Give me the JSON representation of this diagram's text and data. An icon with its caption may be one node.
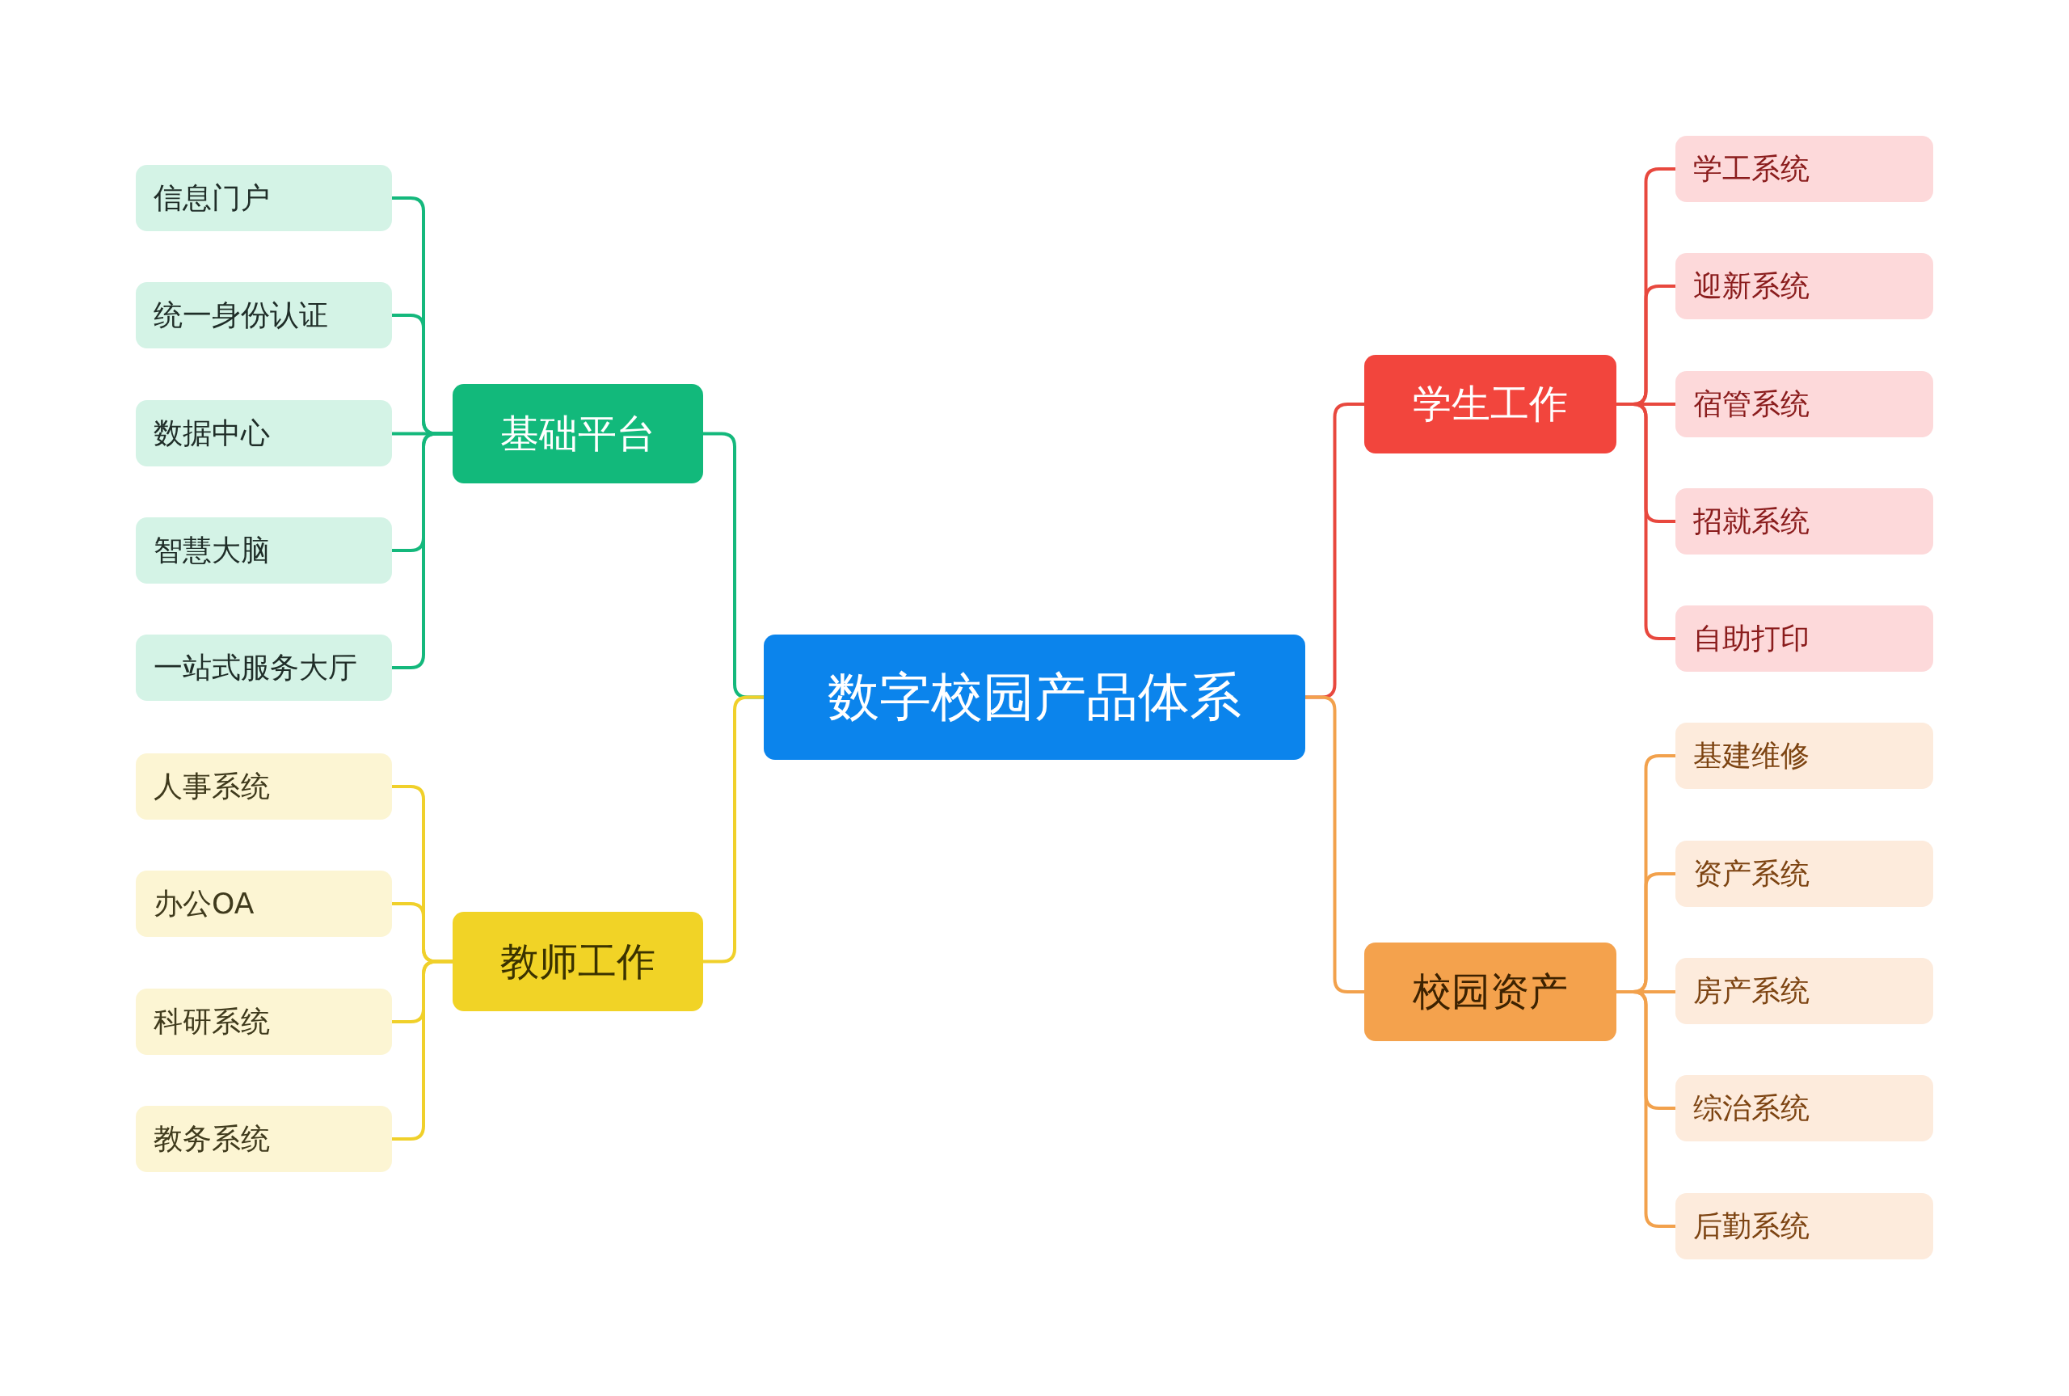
{
  "diagram": {
    "nodes": [
      {
        "text": [
          "数字校园产品体系"
        ]
      },
      {
        "text": [
          "基础平台"
        ]
      },
      {
        "text": [
          "信息门户"
        ]
      },
      {
        "text": [
          "统一身份认证"
        ]
      },
      {
        "text": [
          "数据中心"
        ]
      },
      {
        "text": [
          "智慧大脑"
        ]
      },
      {
        "text": [
          "一站式服务大厅"
        ]
      },
      {
        "text": [
          "教师工作"
        ]
      },
      {
        "text": [
          "人事系统"
        ]
      },
      {
        "text": [
          "办公OA"
        ]
      },
      {
        "text": [
          "科研系统"
        ]
      },
      {
        "text": [
          "教务系统"
        ]
      },
      {
        "text": [
          "学生工作"
        ]
      },
      {
        "text": [
          "学工系统"
        ]
      },
      {
        "text": [
          "迎新系统"
        ]
      },
      {
        "text": [
          "宿管系统"
        ]
      },
      {
        "text": [
          "招就系统"
        ]
      },
      {
        "text": [
          "自助打印"
        ]
      },
      {
        "text": [
          "校园资产"
        ]
      },
      {
        "text": [
          "基建维修"
        ]
      },
      {
        "text": [
          "资产系统"
        ]
      },
      {
        "text": [
          "房产系统"
        ]
      },
      {
        "text": [
          "综治系统"
        ]
      },
      {
        "text": [
          "后勤系统"
        ]
      }
    ],
    "edges": [
      {
        "from": 0,
        "to": 1,
        "arrow": "none",
        "color": "#14b87c"
      },
      {
        "from": 1,
        "to": 2,
        "arrow": "none",
        "color": "#14b87c"
      },
      {
        "from": 1,
        "to": 3,
        "arrow": "none",
        "color": "#14b87c"
      },
      {
        "from": 1,
        "to": 4,
        "arrow": "none",
        "color": "#14b87c"
      },
      {
        "from": 1,
        "to": 5,
        "arrow": "none",
        "color": "#14b87c"
      },
      {
        "from": 1,
        "to": 6,
        "arrow": "none",
        "color": "#14b87c"
      },
      {
        "from": 0,
        "to": 7,
        "arrow": "none",
        "color": "#f0d02a"
      },
      {
        "from": 7,
        "to": 8,
        "arrow": "none",
        "color": "#f0d02a"
      },
      {
        "from": 7,
        "to": 9,
        "arrow": "none",
        "color": "#f0d02a"
      },
      {
        "from": 7,
        "to": 10,
        "arrow": "none",
        "color": "#f0d02a"
      },
      {
        "from": 7,
        "to": 11,
        "arrow": "none",
        "color": "#f0d02a"
      },
      {
        "from": 0,
        "to": 12,
        "arrow": "none",
        "color": "#e8483e"
      },
      {
        "from": 12,
        "to": 13,
        "arrow": "none",
        "color": "#e8483e"
      },
      {
        "from": 12,
        "to": 14,
        "arrow": "none",
        "color": "#e8483e"
      },
      {
        "from": 12,
        "to": 15,
        "arrow": "none",
        "color": "#e8483e"
      },
      {
        "from": 12,
        "to": 16,
        "arrow": "none",
        "color": "#e8483e"
      },
      {
        "from": 12,
        "to": 17,
        "arrow": "none",
        "color": "#e8483e"
      },
      {
        "from": 0,
        "to": 18,
        "arrow": "none",
        "color": "#f2a14c"
      },
      {
        "from": 18,
        "to": 19,
        "arrow": "none",
        "color": "#f2a14c"
      },
      {
        "from": 18,
        "to": 20,
        "arrow": "none",
        "color": "#f2a14c"
      },
      {
        "from": 18,
        "to": 21,
        "arrow": "none",
        "color": "#f2a14c"
      },
      {
        "from": 18,
        "to": 22,
        "arrow": "none",
        "color": "#f2a14c"
      },
      {
        "from": 18,
        "to": 23,
        "arrow": "none",
        "color": "#f2a14c"
      }
    ]
  }
}
